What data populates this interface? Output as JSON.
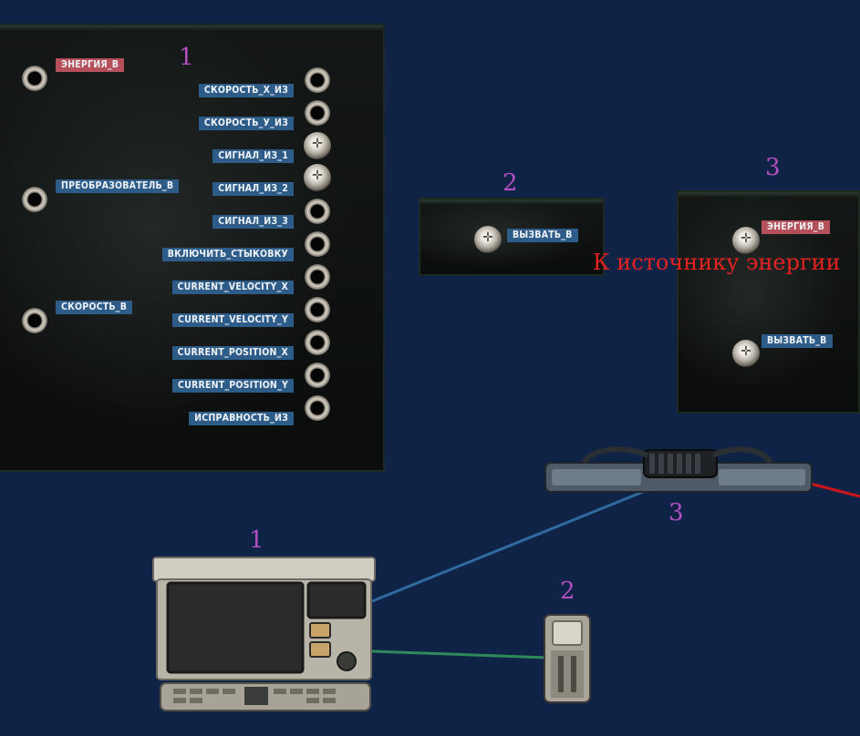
{
  "panel_computer": {
    "number": "1",
    "inputs": [
      {
        "label": "ЭНЕРГИЯ_В",
        "color": "#b5505a"
      },
      {
        "label": "ПРЕОБРАЗОВАТЕЛЬ_В",
        "color": "#2e5c88"
      },
      {
        "label": "СКОРОСТЬ_В",
        "color": "#2e5c88"
      }
    ],
    "outputs": [
      "СКОРОСТЬ_X_ИЗ",
      "СКОРОСТЬ_У_ИЗ",
      "СИГНАЛ_ИЗ_1",
      "СИГНАЛ_ИЗ_2",
      "СИГНАЛ_ИЗ_3",
      "ВКЛЮЧИТЬ_СТЫКОВКУ",
      "CURRENT_VELOCITY_X",
      "CURRENT_VELOCITY_Y",
      "CURRENT_POSITION_X",
      "CURRENT_POSITION_Y",
      "ИСПРАВНОСТЬ_ИЗ"
    ]
  },
  "panel_port": {
    "number": "2",
    "inputs": [
      {
        "label": "ВЫЗВАТЬ_В",
        "color": "#2e5c88"
      }
    ]
  },
  "panel_docking": {
    "number": "3",
    "inputs": [
      {
        "label": "ЭНЕРГИЯ_В",
        "color": "#b5505a"
      },
      {
        "label": "ВЫЗВАТЬ_В",
        "color": "#2e5c88"
      }
    ],
    "annotation": "К источнику энергии"
  },
  "scene_numbers": {
    "computer": "1",
    "port": "2",
    "docking": "3"
  },
  "wire_colors": {
    "blue": "#2f6a9e",
    "green": "#2e8a5a",
    "red": "#d0151c"
  },
  "colors": {
    "background": "#0f2347",
    "number": "#b24fc0",
    "annotation": "#e52222"
  }
}
